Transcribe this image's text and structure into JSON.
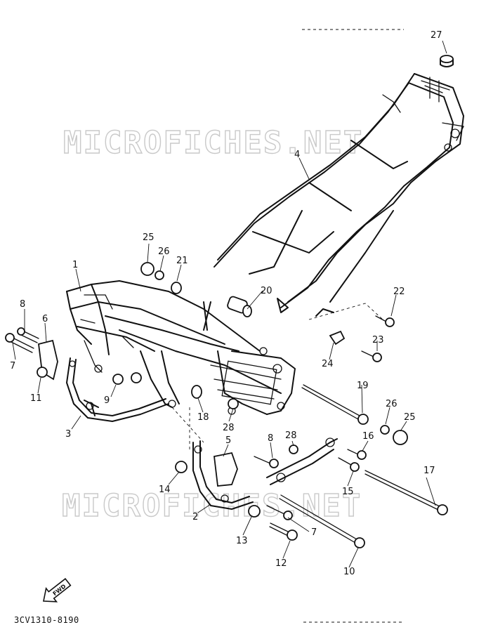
{
  "watermark": {
    "text": "MICROFICHES.NET"
  },
  "figure_code": "3CV1310-8190",
  "fwd_arrow": {
    "label": "FWD"
  },
  "callouts": {
    "c1": "1",
    "c2": "2",
    "c3": "3",
    "c4": "4",
    "c5": "5",
    "c6": "6",
    "c7a": "7",
    "c7b": "7",
    "c8a": "8",
    "c8b": "8",
    "c9": "9",
    "c10": "10",
    "c11": "11",
    "c12": "12",
    "c13": "13",
    "c14": "14",
    "c15": "15",
    "c16": "16",
    "c17": "17",
    "c18": "18",
    "c19": "19",
    "c20": "20",
    "c21": "21",
    "c22": "22",
    "c23": "23",
    "c24": "24",
    "c25a": "25",
    "c25b": "25",
    "c26a": "26",
    "c26b": "26",
    "c27": "27",
    "c28a": "28",
    "c28b": "28"
  }
}
